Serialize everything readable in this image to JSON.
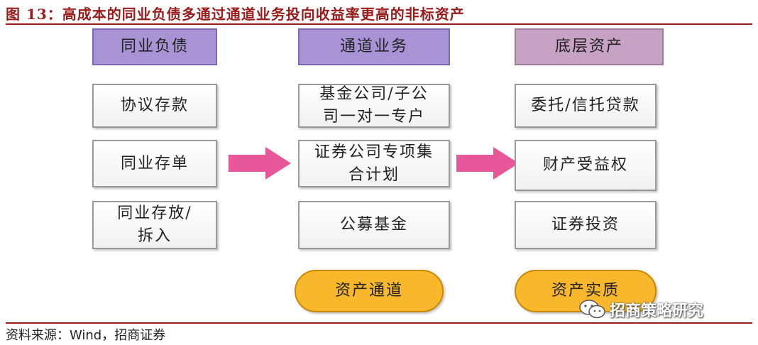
{
  "title": "图 13：高成本的同业负债多通过通道业务投向收益率更高的非标资产",
  "columns": {
    "left": {
      "header": "同业负债",
      "items": [
        "协议存款",
        "同业存单",
        "同业存放/\n拆入"
      ]
    },
    "middle": {
      "header": "通道业务",
      "items": [
        "基金公司/子公\n司一对一专户",
        "证券公司专项集\n合计划",
        "公募基金"
      ],
      "pill": "资产通道"
    },
    "right": {
      "header": "底层资产",
      "items": [
        "委托/信托贷款",
        "财产受益权",
        "证券投资"
      ],
      "pill": "资产实质"
    }
  },
  "source": "资料来源：Wind，招商证券",
  "watermark": "招商策略研究",
  "colors": {
    "title": "#9b1b1b",
    "header_purple": "#a893d4",
    "header_pink": "#c7a2c4",
    "arrow": "#e8579a",
    "pill": "#f9b72b"
  }
}
